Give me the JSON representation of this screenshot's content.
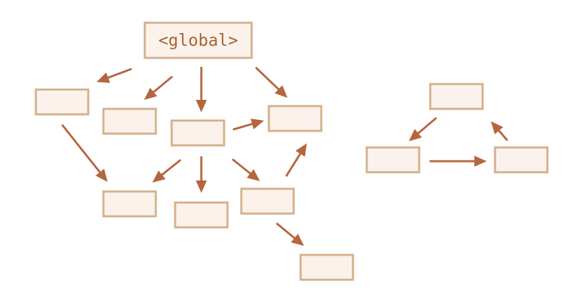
{
  "colors": {
    "node_fill": "#fbf2ec",
    "node_border": "#d4b08c",
    "edge": "#b5663f",
    "label": "#a9652f"
  },
  "nodes": [
    {
      "id": "global",
      "label": "<global>"
    },
    {
      "id": "n1",
      "label": ""
    },
    {
      "id": "n2",
      "label": ""
    },
    {
      "id": "n3",
      "label": ""
    },
    {
      "id": "n4",
      "label": ""
    },
    {
      "id": "n5",
      "label": ""
    },
    {
      "id": "n6",
      "label": ""
    },
    {
      "id": "n7",
      "label": ""
    },
    {
      "id": "n8",
      "label": ""
    },
    {
      "id": "c1",
      "label": ""
    },
    {
      "id": "c2",
      "label": ""
    },
    {
      "id": "c3",
      "label": ""
    }
  ],
  "edges": [
    {
      "from": "global",
      "to": "n1"
    },
    {
      "from": "global",
      "to": "n2"
    },
    {
      "from": "global",
      "to": "n3"
    },
    {
      "from": "global",
      "to": "n4"
    },
    {
      "from": "n1",
      "to": "n5"
    },
    {
      "from": "n3",
      "to": "n4"
    },
    {
      "from": "n3",
      "to": "n5"
    },
    {
      "from": "n3",
      "to": "n6"
    },
    {
      "from": "n3",
      "to": "n7"
    },
    {
      "from": "n7",
      "to": "n4"
    },
    {
      "from": "n7",
      "to": "n8"
    },
    {
      "from": "c1",
      "to": "c2"
    },
    {
      "from": "c2",
      "to": "c3"
    },
    {
      "from": "c3",
      "to": "c1"
    }
  ]
}
